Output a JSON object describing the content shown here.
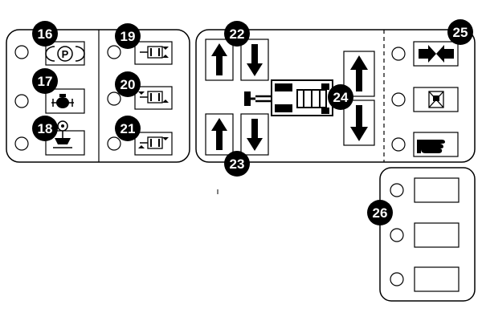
{
  "callouts": {
    "c16": "16",
    "c17": "17",
    "c18": "18",
    "c19": "19",
    "c20": "20",
    "c21": "21",
    "c22": "22",
    "c23": "23",
    "c24": "24",
    "c25": "25",
    "c26": "26"
  },
  "symbols": {
    "parking_brake_letter": "P"
  },
  "icons": {
    "parking": "parking-brake-icon",
    "engine_fault": "engine-fault-icon",
    "hydraulic_fault": "hydraulic-fault-icon",
    "drive_mode": "drive-mode-icon",
    "lift_up": "arrow-up-icon",
    "lift_down": "arrow-down-icon",
    "pivot": "pivot-icon",
    "no_load": "no-load-icon",
    "hand": "pointing-hand-icon"
  },
  "colors": {
    "ink": "#000000",
    "panel": "#ffffff"
  }
}
